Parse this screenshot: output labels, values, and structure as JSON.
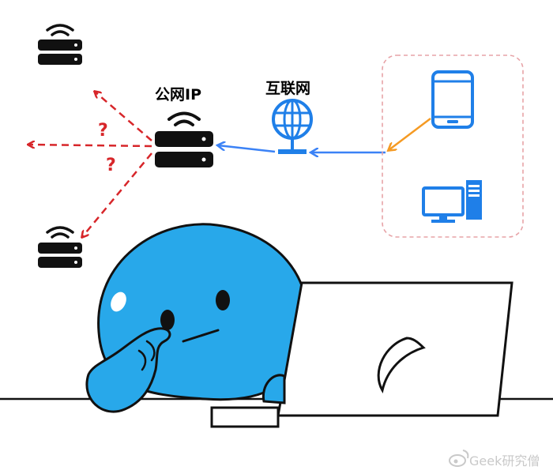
{
  "labels": {
    "public_ip": "公网IP",
    "internet": "互联网",
    "question_1": "?",
    "question_2": "?"
  },
  "watermark": "Geek研究僧",
  "colors": {
    "dashed_red": "#d7262a",
    "link_blue": "#3b82f6",
    "link_orange": "#f59a23",
    "device_blue": "#1f7fe8",
    "character_blue": "#28a8ea",
    "device_box_border": "#e7a3a7"
  },
  "icons": [
    "wifi-router-icon",
    "globe-icon",
    "tablet-icon",
    "desktop-computer-icon",
    "weibo-icon"
  ]
}
